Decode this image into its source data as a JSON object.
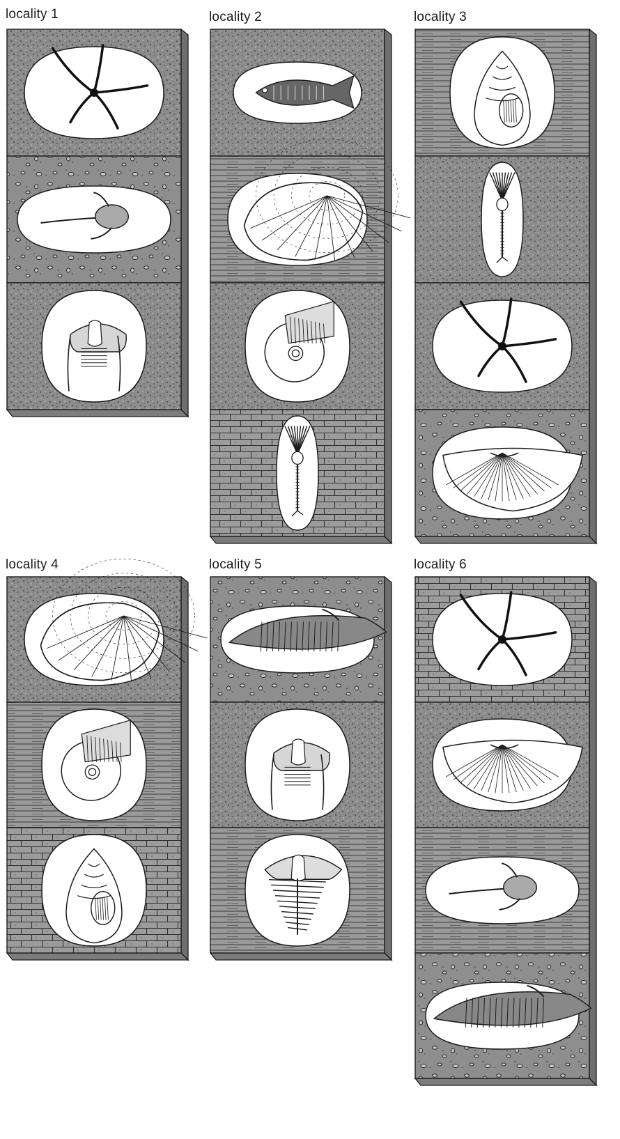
{
  "localities": [
    {
      "label": "locality 1",
      "layers": [
        {
          "rock": "sandstone",
          "fossil": "brittle-star"
        },
        {
          "rock": "conglomerate",
          "fossil": "eurypterid-fragment"
        },
        {
          "rock": "sandstone",
          "fossil": "trilobite-head"
        }
      ]
    },
    {
      "label": "locality 2",
      "layers": [
        {
          "rock": "sandstone",
          "fossil": "fish"
        },
        {
          "rock": "shale",
          "fossil": "clam"
        },
        {
          "rock": "sandstone",
          "fossil": "ammonite"
        },
        {
          "rock": "limestone",
          "fossil": "crinoid"
        }
      ]
    },
    {
      "label": "locality 3",
      "layers": [
        {
          "rock": "shale",
          "fossil": "snail"
        },
        {
          "rock": "sandstone",
          "fossil": "crinoid"
        },
        {
          "rock": "sandstone",
          "fossil": "brittle-star"
        },
        {
          "rock": "conglomerate",
          "fossil": "brachiopod"
        }
      ]
    },
    {
      "label": "locality 4",
      "layers": [
        {
          "rock": "sandstone",
          "fossil": "clam"
        },
        {
          "rock": "shale",
          "fossil": "ammonite"
        },
        {
          "rock": "limestone",
          "fossil": "snail"
        }
      ]
    },
    {
      "label": "locality 5",
      "layers": [
        {
          "rock": "conglomerate",
          "fossil": "eurypterid"
        },
        {
          "rock": "sandstone",
          "fossil": "trilobite-head"
        },
        {
          "rock": "shale",
          "fossil": "trilobite"
        }
      ]
    },
    {
      "label": "locality 6",
      "layers": [
        {
          "rock": "limestone",
          "fossil": "brittle-star"
        },
        {
          "rock": "sandstone",
          "fossil": "brachiopod"
        },
        {
          "rock": "shale",
          "fossil": "eurypterid-fragment"
        },
        {
          "rock": "conglomerate",
          "fossil": "eurypterid"
        }
      ]
    }
  ]
}
